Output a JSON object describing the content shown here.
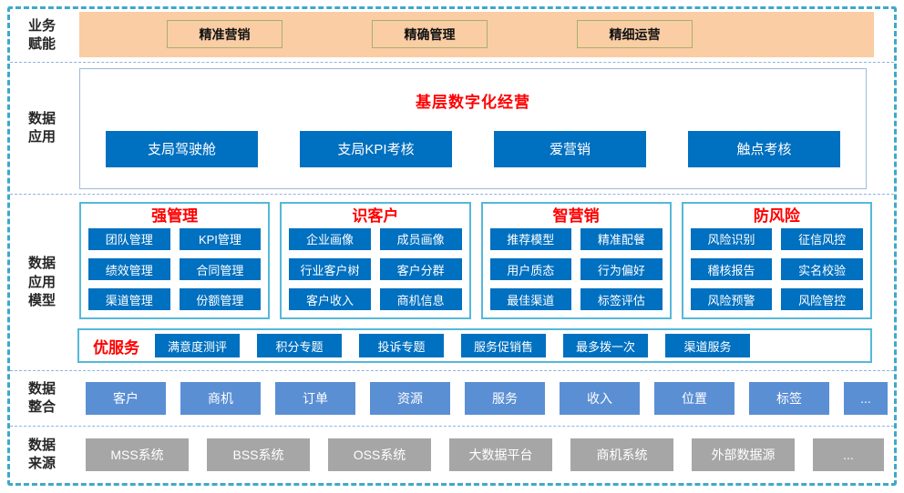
{
  "colors": {
    "deep_blue": "#0070C0",
    "mid_blue": "#5B8FD4",
    "gray": "#A6A6A6",
    "peach": "#FACDA4",
    "olive_border": "#A7B069",
    "red_title": "#FF0000",
    "teal_frame": "#3FA9C9",
    "sky_border": "#55B8D9",
    "separator": "#8DB4E2"
  },
  "empower": {
    "label": "业务\n赋能",
    "items": [
      "精准营销",
      "精确管理",
      "精细运营"
    ]
  },
  "application": {
    "label": "数据\n应用",
    "title": "基层数字化经营",
    "items": [
      "支局驾驶舱",
      "支局KPI考核",
      "爱营销",
      "触点考核"
    ]
  },
  "model": {
    "label": "数据\n应用\n模型",
    "groups": [
      {
        "title": "强管理",
        "items": [
          "团队管理",
          "KPI管理",
          "绩效管理",
          "合同管理",
          "渠道管理",
          "份额管理"
        ]
      },
      {
        "title": "识客户",
        "items": [
          "企业画像",
          "成员画像",
          "行业客户树",
          "客户分群",
          "客户收入",
          "商机信息"
        ]
      },
      {
        "title": "智营销",
        "items": [
          "推荐模型",
          "精准配餐",
          "用户质态",
          "行为偏好",
          "最佳渠道",
          "标签评估"
        ]
      },
      {
        "title": "防风险",
        "items": [
          "风险识别",
          "征信风控",
          "稽核报告",
          "实名校验",
          "风险预警",
          "风险管控"
        ]
      }
    ],
    "service": {
      "title": "优服务",
      "items": [
        "满意度测评",
        "积分专题",
        "投诉专题",
        "服务促销售",
        "最多拨一次",
        "渠道服务"
      ]
    }
  },
  "integration": {
    "label": "数据\n整合",
    "items": [
      "客户",
      "商机",
      "订单",
      "资源",
      "服务",
      "收入",
      "位置",
      "标签",
      "..."
    ]
  },
  "sources": {
    "label": "数据\n来源",
    "items": [
      "MSS系统",
      "BSS系统",
      "OSS系统",
      "大数据平台",
      "商机系统",
      "外部数据源",
      "..."
    ]
  }
}
